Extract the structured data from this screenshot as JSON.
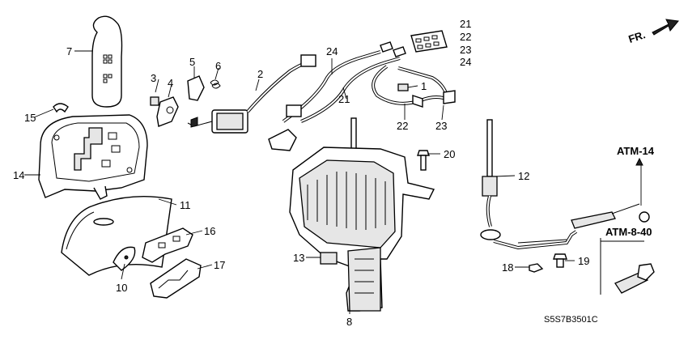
{
  "diagram": {
    "callouts": {
      "p1": "1",
      "p2": "2",
      "p3": "3",
      "p4": "4",
      "p5": "5",
      "p6": "6",
      "p7": "7",
      "p8": "8",
      "p10": "10",
      "p11": "11",
      "p12": "12",
      "p13": "13",
      "p14": "14",
      "p15": "15",
      "p16": "16",
      "p17": "17",
      "p18": "18",
      "p19": "19",
      "p20": "20",
      "p21a": "21",
      "p21b": "21",
      "p22a": "22",
      "p22b": "22",
      "p23a": "23",
      "p23b": "23",
      "p24a": "24",
      "p24b": "24"
    },
    "references": {
      "atm14": "ATM-14",
      "atm840": "ATM-8-40"
    },
    "direction_label": "FR.",
    "diagram_code": "S5S7B3501C"
  }
}
